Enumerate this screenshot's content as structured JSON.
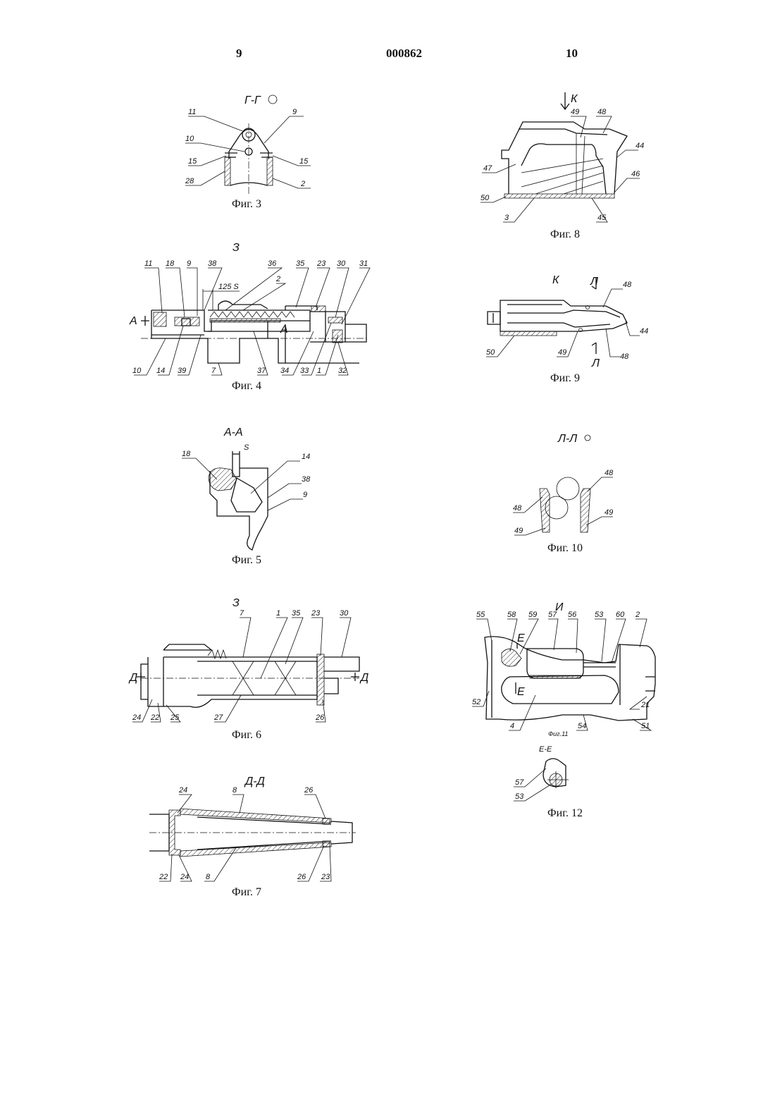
{
  "header": {
    "left_page": "9",
    "doc_number": "000862",
    "right_page": "10"
  },
  "figures": {
    "fig3": {
      "caption": "Фиг. 3",
      "title": "Г-Г",
      "labels": [
        "11",
        "9",
        "10",
        "15",
        "15",
        "28",
        "2"
      ]
    },
    "fig4": {
      "caption": "Фиг. 4",
      "title": "З",
      "dimension": "125 S",
      "section_mark": "А",
      "labels": [
        "11",
        "18",
        "9",
        "38",
        "36",
        "35",
        "23",
        "30",
        "31",
        "2",
        "10",
        "14",
        "39",
        "7",
        "37",
        "34",
        "33",
        "1",
        "32"
      ]
    },
    "fig5": {
      "caption": "Фиг. 5",
      "title": "А-А",
      "gap": "S",
      "labels": [
        "18",
        "14",
        "38",
        "9"
      ]
    },
    "fig6": {
      "caption": "Фиг. 6",
      "title": "З",
      "section_mark": "Д",
      "labels": [
        "7",
        "1",
        "35",
        "23",
        "30",
        "24",
        "22",
        "25",
        "27",
        "26"
      ]
    },
    "fig7": {
      "caption": "Фиг. 7",
      "title": "Д-Д",
      "labels": [
        "24",
        "8",
        "26",
        "22",
        "24",
        "8",
        "26",
        "23"
      ]
    },
    "fig8": {
      "caption": "Фиг. 8",
      "view_mark": "К",
      "labels": [
        "49",
        "48",
        "44",
        "47",
        "46",
        "50",
        "3",
        "45"
      ]
    },
    "fig9": {
      "caption": "Фиг. 9",
      "title": "К",
      "section_mark": "Л",
      "labels": [
        "48",
        "44",
        "50",
        "49",
        "48"
      ]
    },
    "fig10": {
      "caption": "Фиг. 10",
      "title": "Л-Л",
      "labels": [
        "48",
        "48",
        "49",
        "49"
      ]
    },
    "fig11": {
      "caption": "Фиг.11",
      "title": "И",
      "section_mark": "Е",
      "labels": [
        "55",
        "58",
        "59",
        "57",
        "56",
        "53",
        "60",
        "2",
        "52",
        "4",
        "54",
        "51",
        "21"
      ]
    },
    "fig12": {
      "caption": "Фиг. 12",
      "title": "Е-Е",
      "labels": [
        "57",
        "53"
      ]
    }
  }
}
